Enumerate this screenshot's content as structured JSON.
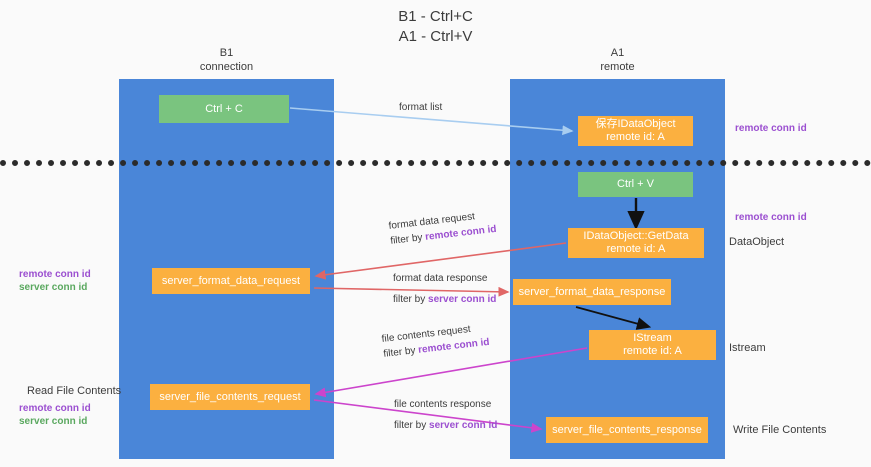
{
  "title": {
    "line1": "B1 - Ctrl+C",
    "line2": "A1 - Ctrl+V"
  },
  "lanes": [
    {
      "id": "b1",
      "line1": "B1",
      "line2": "connection"
    },
    {
      "id": "a1",
      "line1": "A1",
      "line2": "remote"
    }
  ],
  "boxes": {
    "ctrl_c": {
      "label": "Ctrl + C",
      "color": "#7ac47f"
    },
    "save_idataobject": {
      "label": "保存IDataObject",
      "sub": "remote id: A",
      "color": "#fbb040"
    },
    "ctrl_v": {
      "label": "Ctrl + V",
      "color": "#7ac47f"
    },
    "getdata": {
      "label": "IDataObject::GetData",
      "sub": "remote id: A",
      "color": "#fbb040"
    },
    "server_format_data_request": {
      "label": "server_format_data_request",
      "color": "#fbb040"
    },
    "server_format_data_response": {
      "label": "server_format_data_response",
      "color": "#fbb040"
    },
    "istream": {
      "label": "IStream",
      "sub": "remote id: A",
      "color": "#fbb040"
    },
    "server_file_contents_request": {
      "label": "server_file_contents_request",
      "color": "#fbb040"
    },
    "server_file_contents_response": {
      "label": "server_file_contents_response",
      "color": "#fbb040"
    }
  },
  "edges": {
    "format_list": {
      "label": "format list",
      "color": "#a8cdf0"
    },
    "format_data_request": {
      "line1": "format data request",
      "line2_prefix": "filter by ",
      "line2_key": "remote conn id",
      "color": "#e06666"
    },
    "format_data_response": {
      "line1": "format data response",
      "line2_prefix": "filter by ",
      "line2_key": "server conn id",
      "color": "#e06666"
    },
    "file_contents_request": {
      "line1": "file contents request",
      "line2_prefix": "filter by ",
      "line2_key": "remote conn id",
      "color": "#cc44cc"
    },
    "file_contents_response": {
      "line1": "file contents response",
      "line2_prefix": "filter by ",
      "line2_key": "server conn id",
      "color": "#cc44cc"
    }
  },
  "annotations": {
    "right_remote_conn_id_top": "remote conn id",
    "right_remote_conn_id_mid": "remote conn id",
    "right_dataobject": "DataObject",
    "right_istream": "Istream",
    "right_write_file_contents": "Write File Contents",
    "left_remote_conn_id_mid": "remote conn id",
    "left_server_conn_id_mid": "server conn id",
    "left_read_file_contents": "Read File Contents",
    "left_remote_conn_id_bottom": "remote conn id",
    "left_server_conn_id_bottom": "server conn id"
  },
  "colors": {
    "lane": "#4a86d8",
    "green_box": "#7ac47f",
    "orange_box": "#fbb040",
    "purple_text": "#9b4fd0",
    "green_text": "#5aa85f",
    "red_arrow": "#e06666",
    "magenta_arrow": "#cc44cc",
    "blue_arrow": "#a8cdf0",
    "divider": "#2b2b2b",
    "background": "#fafafa"
  }
}
